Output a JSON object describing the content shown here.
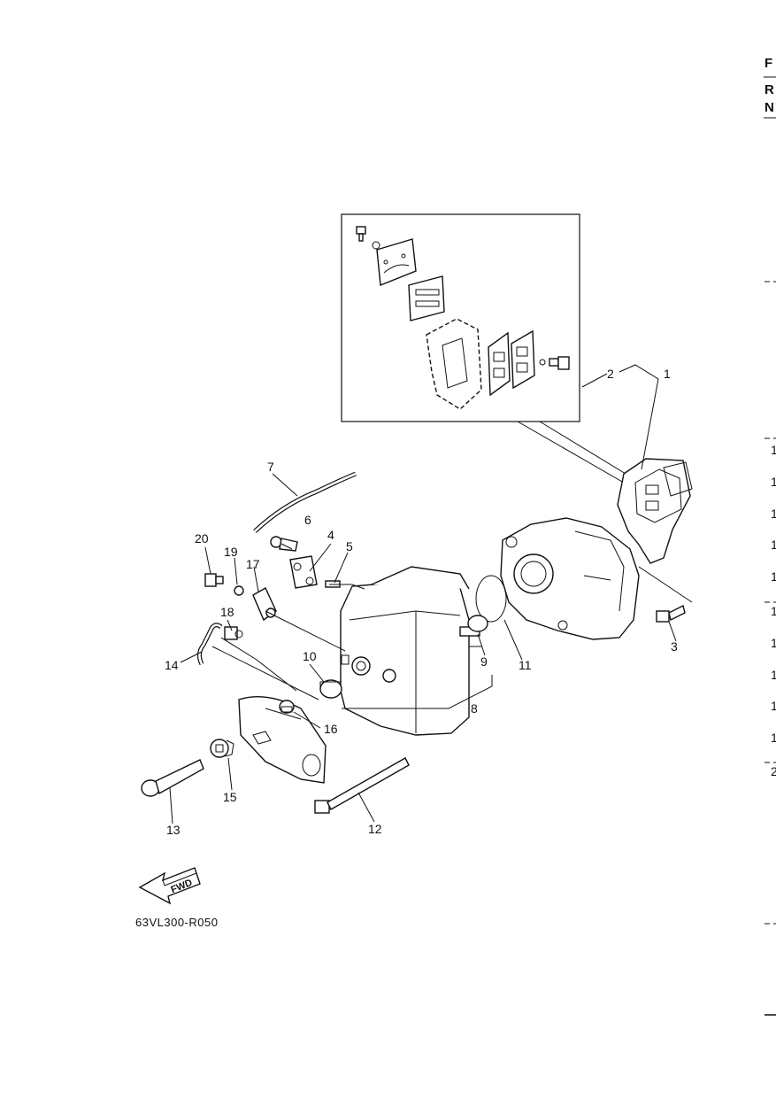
{
  "diagram": {
    "drawing_code": "63VL300-R050",
    "direction_marker": "FWD",
    "callouts": [
      "1",
      "2",
      "3",
      "4",
      "5",
      "6",
      "7",
      "8",
      "9",
      "10",
      "11",
      "12",
      "13",
      "14",
      "15",
      "16",
      "17",
      "18",
      "19",
      "20"
    ]
  },
  "right_edge": {
    "header": [
      "F",
      "R",
      "N"
    ],
    "row_marks": [
      "1",
      "1",
      "1",
      "1",
      "1",
      "1",
      "1",
      "1",
      "1",
      "1",
      "2"
    ]
  },
  "colors": {
    "ink": "#111111",
    "paper": "#ffffff"
  }
}
